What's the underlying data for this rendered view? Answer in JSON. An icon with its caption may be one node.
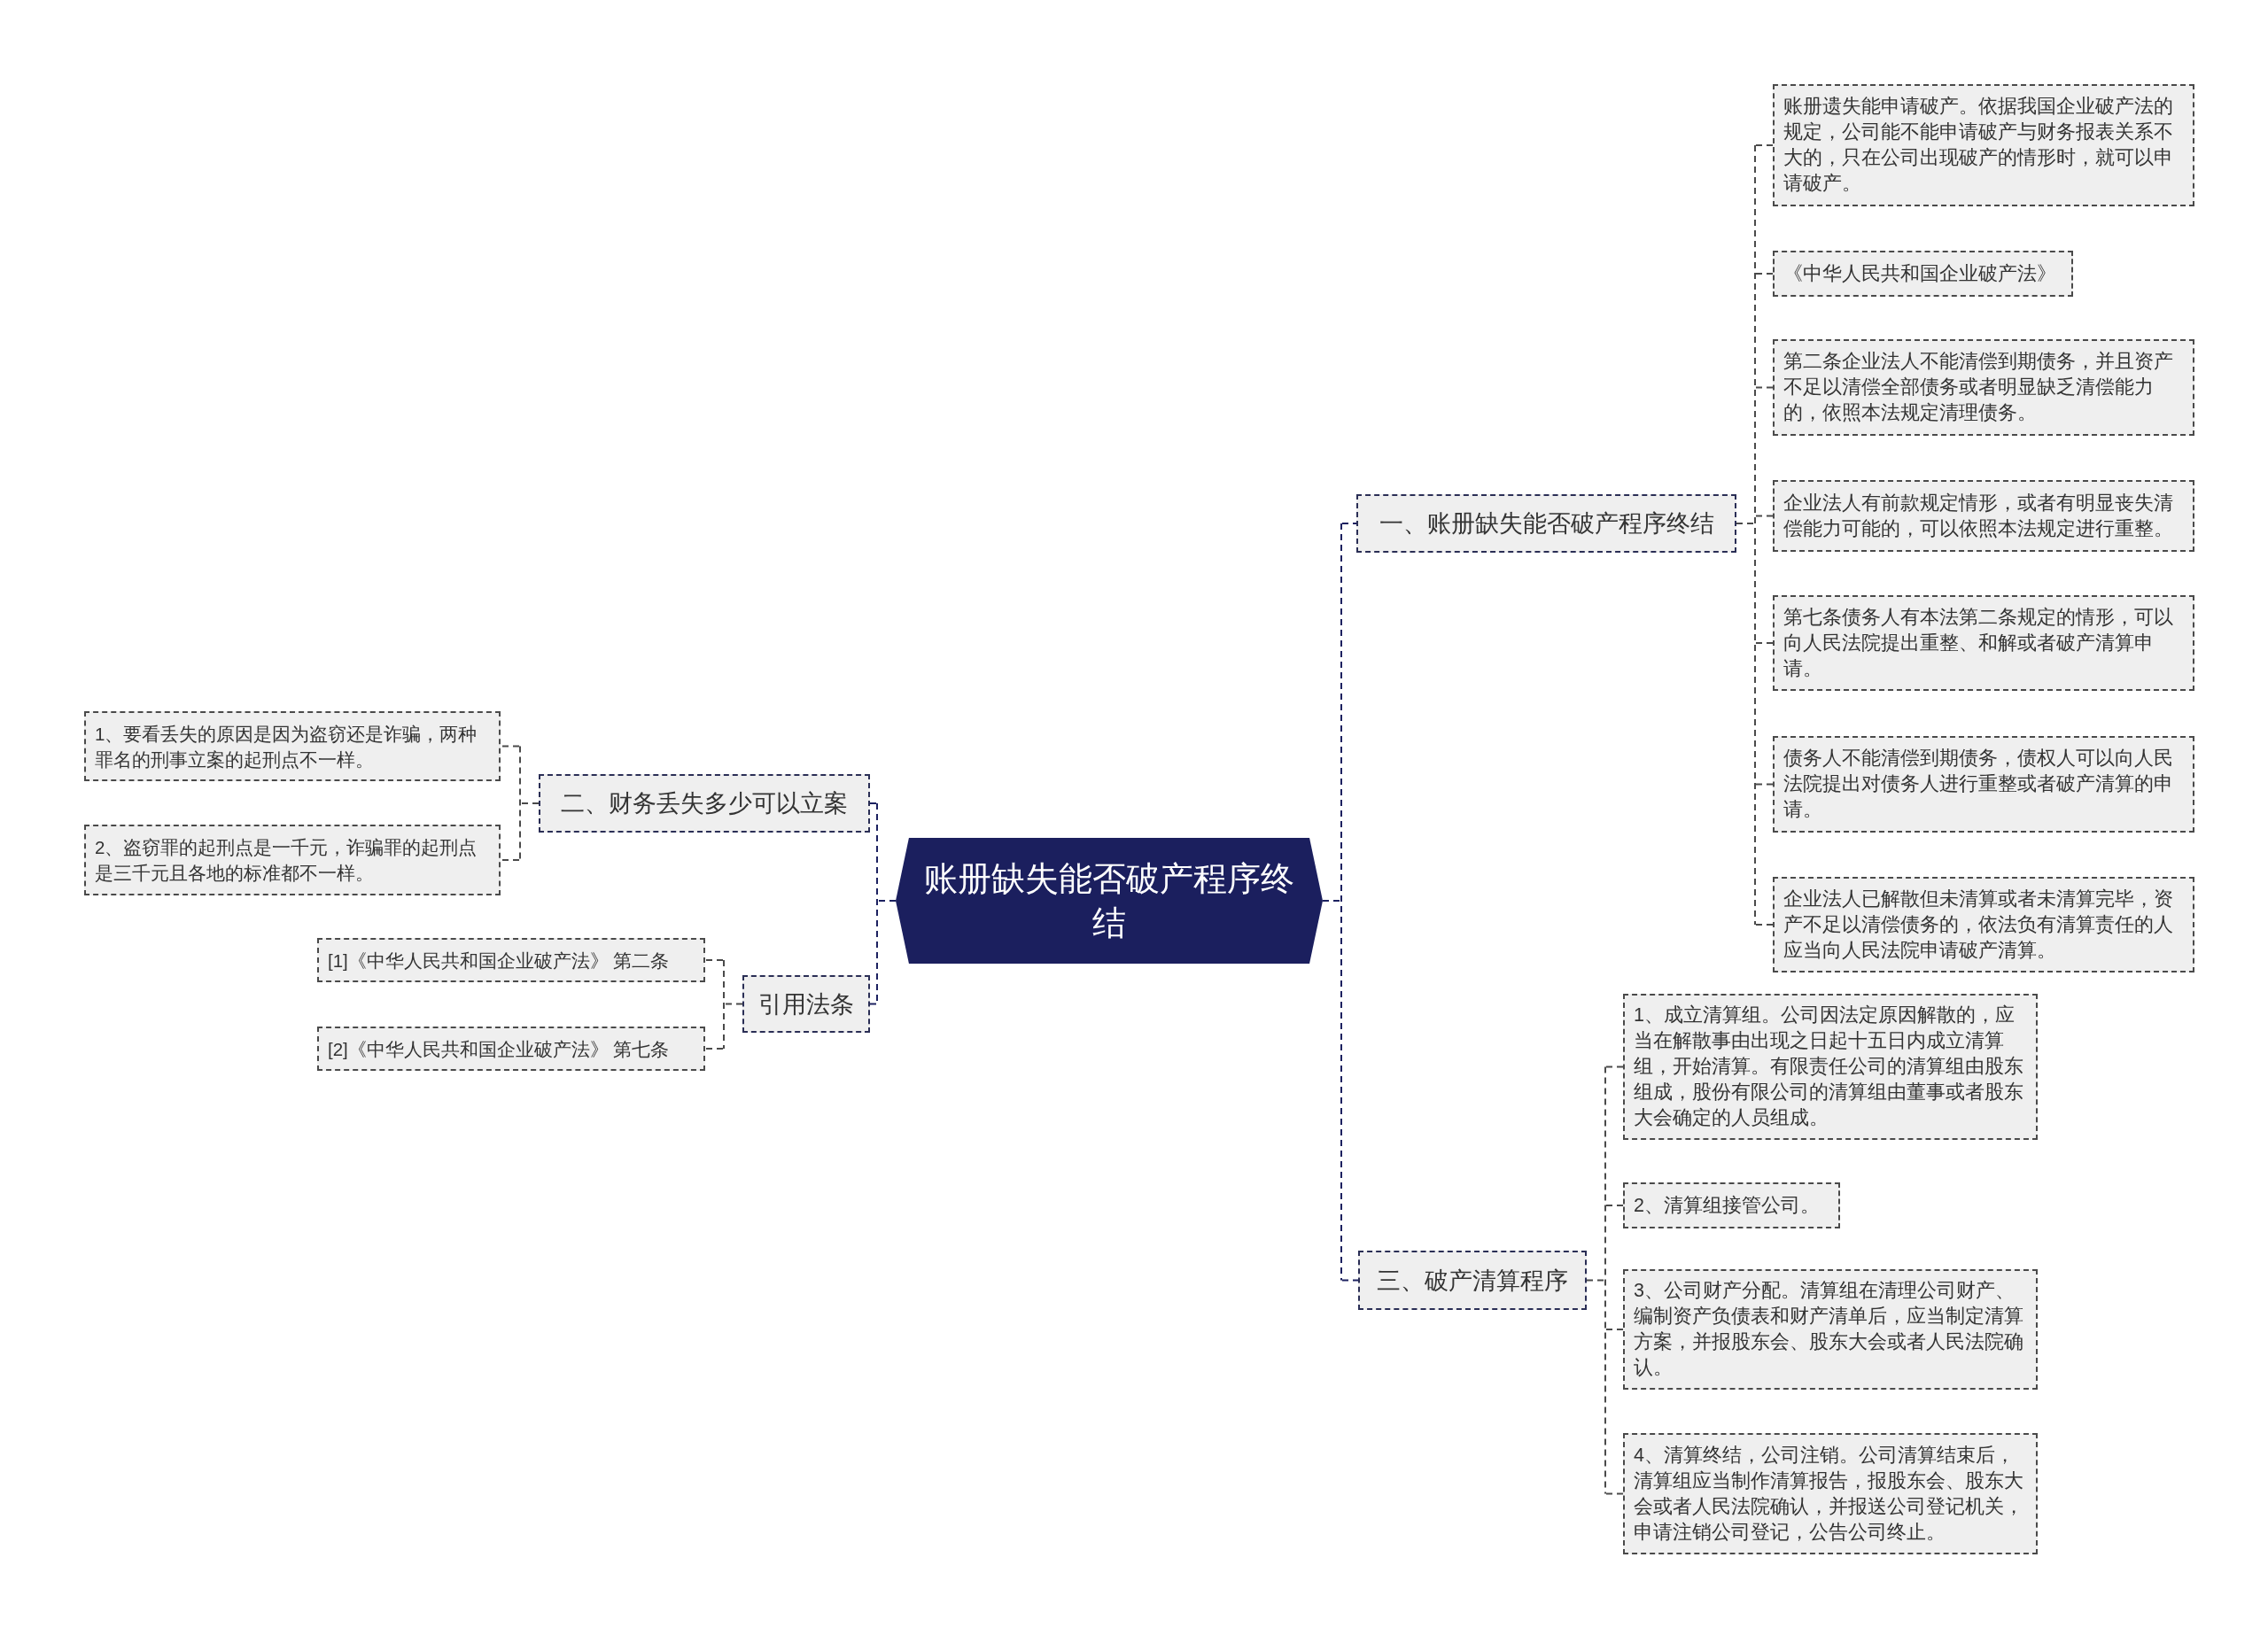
{
  "diagram": {
    "nodes": [
      {
        "text": [
          "账册缺失能否破产程序终结"
        ]
      },
      {
        "text": [
          "一、账册缺失能否破产程序终结"
        ]
      },
      {
        "text": [
          "账册遗失能申请破产。依据我国企业破产法的规定，公司能不能申请破产与财务报表关系不大的，只在公司出现破产的情形时，就可以申请破产。"
        ]
      },
      {
        "text": [
          "《中华人民共和国企业破产法》"
        ]
      },
      {
        "text": [
          "第二条企业法人不能清偿到期债务，并且资产不足以清偿全部债务或者明显缺乏清偿能力的，依照本法规定清理债务。"
        ]
      },
      {
        "text": [
          "企业法人有前款规定情形，或者有明显丧失清偿能力可能的，可以依照本法规定进行重整。"
        ]
      },
      {
        "text": [
          "第七条债务人有本法第二条规定的情形，可以向人民法院提出重整、和解或者破产清算申请。"
        ]
      },
      {
        "text": [
          "债务人不能清偿到期债务，债权人可以向人民法院提出对债务人进行重整或者破产清算的申请。"
        ]
      },
      {
        "text": [
          "企业法人已解散但未清算或者未清算完毕，资产不足以清偿债务的，依法负有清算责任的人应当向人民法院申请破产清算。"
        ]
      },
      {
        "text": [
          "三、破产清算程序"
        ]
      },
      {
        "text": [
          "1、成立清算组。公司因法定原因解散的，应当在解散事由出现之日起十五日内成立清算组，开始清算。有限责任公司的清算组由股东组成，股份有限公司的清算组由董事或者股东大会确定的人员组成。"
        ]
      },
      {
        "text": [
          "2、清算组接管公司。"
        ]
      },
      {
        "text": [
          "3、公司财产分配。清算组在清理公司财产、编制资产负债表和财产清单后，应当制定清算方案，并报股东会、股东大会或者人民法院确认。"
        ]
      },
      {
        "text": [
          "4、清算终结，公司注销。公司清算结束后，清算组应当制作清算报告，报股东会、股东大会或者人民法院确认，并报送公司登记机关，申请注销公司登记，公告公司终止。"
        ]
      },
      {
        "text": [
          "二、财务丢失多少可以立案"
        ]
      },
      {
        "text": [
          "1、要看丢失的原因是因为盗窃还是诈骗，两种罪名的刑事立案的起刑点不一样。"
        ]
      },
      {
        "text": [
          "2、盗窃罪的起刑点是一千元，诈骗罪的起刑点是三千元且各地的标准都不一样。"
        ]
      },
      {
        "text": [
          "引用法条"
        ]
      },
      {
        "text": [
          "[1]《中华人民共和国企业破产法》 第二条"
        ]
      },
      {
        "text": [
          "[2]《中华人民共和国企业破产法》 第七条"
        ]
      }
    ],
    "edges": [
      {
        "from": 0,
        "to": 1,
        "arrow": "none",
        "style": "dashed",
        "color": "#1c2160"
      },
      {
        "from": 1,
        "to": 2,
        "arrow": "none",
        "style": "dashed"
      },
      {
        "from": 1,
        "to": 3,
        "arrow": "none",
        "style": "dashed"
      },
      {
        "from": 1,
        "to": 4,
        "arrow": "none",
        "style": "dashed"
      },
      {
        "from": 1,
        "to": 5,
        "arrow": "none",
        "style": "dashed"
      },
      {
        "from": 1,
        "to": 6,
        "arrow": "none",
        "style": "dashed"
      },
      {
        "from": 1,
        "to": 7,
        "arrow": "none",
        "style": "dashed"
      },
      {
        "from": 1,
        "to": 8,
        "arrow": "none",
        "style": "dashed"
      },
      {
        "from": 0,
        "to": 9,
        "arrow": "none",
        "style": "dashed",
        "color": "#1c2160"
      },
      {
        "from": 9,
        "to": 10,
        "arrow": "none",
        "style": "dashed"
      },
      {
        "from": 9,
        "to": 11,
        "arrow": "none",
        "style": "dashed"
      },
      {
        "from": 9,
        "to": 12,
        "arrow": "none",
        "style": "dashed"
      },
      {
        "from": 9,
        "to": 13,
        "arrow": "none",
        "style": "dashed"
      },
      {
        "from": 0,
        "to": 14,
        "arrow": "none",
        "style": "dashed",
        "color": "#1c2160"
      },
      {
        "from": 14,
        "to": 15,
        "arrow": "none",
        "style": "dashed"
      },
      {
        "from": 14,
        "to": 16,
        "arrow": "none",
        "style": "dashed"
      },
      {
        "from": 0,
        "to": 17,
        "arrow": "none",
        "style": "dashed",
        "color": "#1c2160"
      },
      {
        "from": 17,
        "to": 18,
        "arrow": "none",
        "style": "dashed"
      },
      {
        "from": 17,
        "to": 19,
        "arrow": "none",
        "style": "dashed"
      }
    ]
  }
}
